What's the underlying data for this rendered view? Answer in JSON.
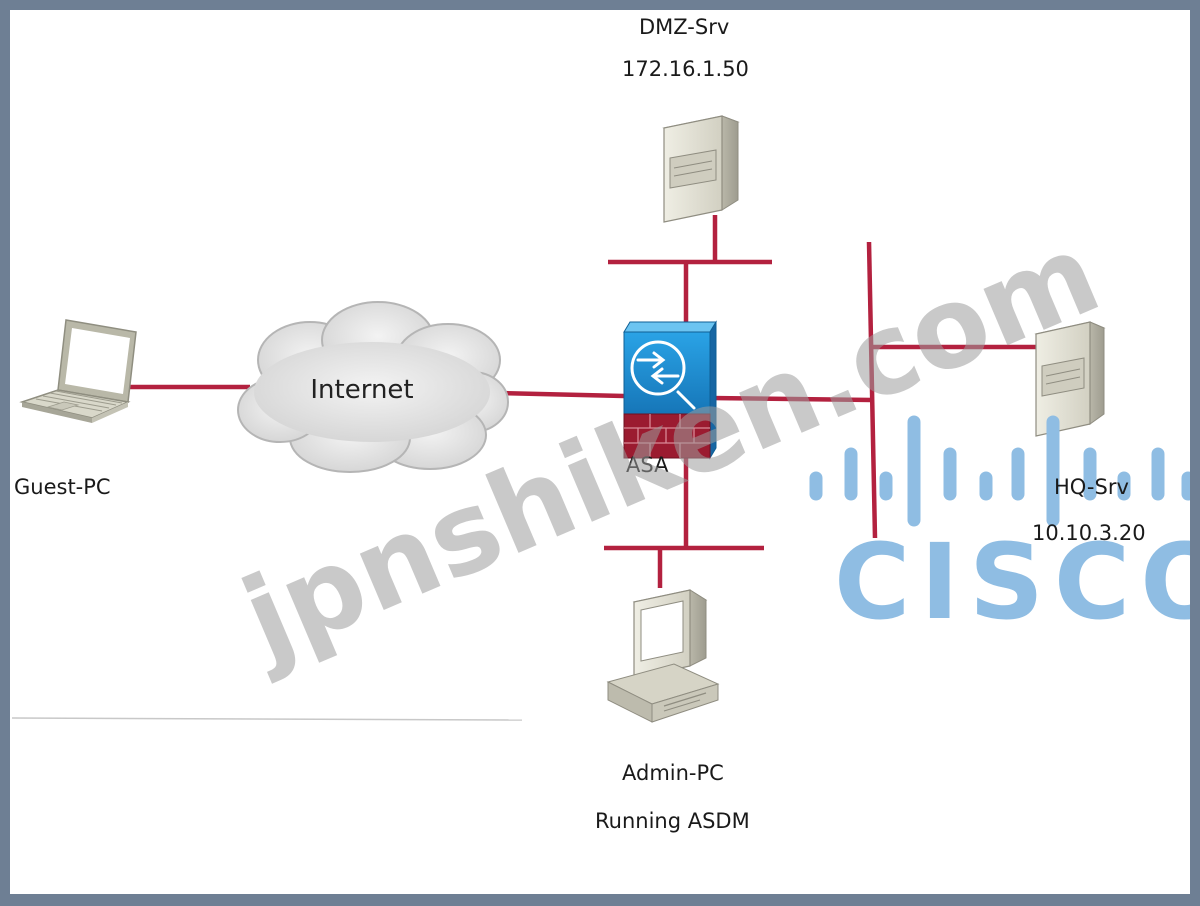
{
  "nodes": {
    "dmz_server": {
      "name": "DMZ-Srv",
      "ip": "172.16.1.50",
      "icon": "server-tower-icon"
    },
    "hq_server": {
      "name": "HQ-Srv",
      "ip": "10.10.3.20",
      "icon": "server-tower-icon"
    },
    "guest_pc": {
      "name": "Guest-PC",
      "icon": "laptop-icon"
    },
    "admin_pc": {
      "name": "Admin-PC",
      "note": "Running ASDM",
      "icon": "desktop-computer-icon"
    },
    "asa": {
      "name": "ASA",
      "icon": "firewall-icon"
    },
    "internet": {
      "name": "Internet",
      "icon": "cloud-icon"
    }
  },
  "watermark": {
    "text": "jpnshiken.com"
  },
  "brand": {
    "text": "CISCO",
    "icon": "cisco-bars-logo"
  },
  "colors": {
    "link": "#b3213f",
    "firewall_blue": "#1f8fd6",
    "firewall_brick": "#9b1b30",
    "brand": "#8fbde3",
    "watermark": "#9c9c9c"
  }
}
